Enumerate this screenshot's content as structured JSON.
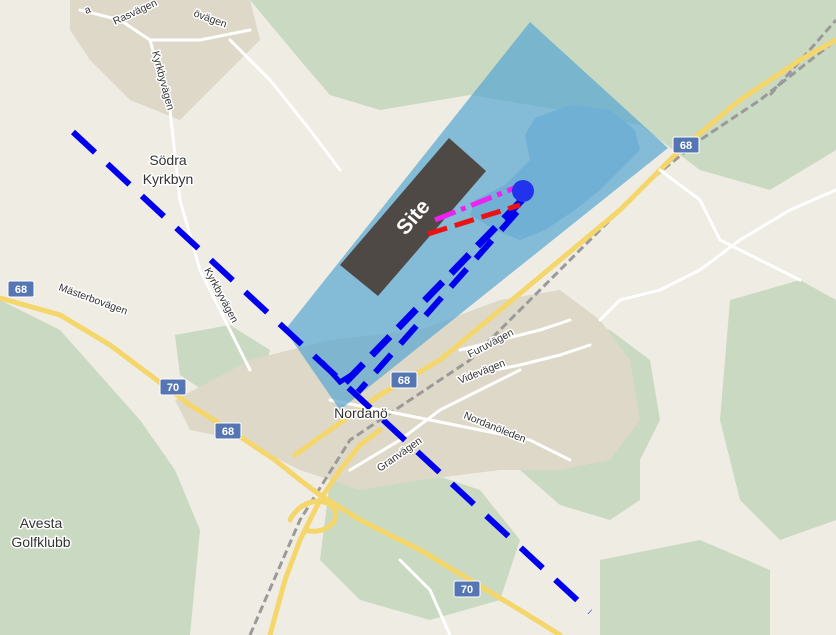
{
  "colors": {
    "land": "#efece4",
    "forest": "#cad9c1",
    "urban": "#ddd8c8",
    "water": "#a9c4de",
    "road_main": "#f4d66b",
    "road_minor": "#ffffff",
    "rail": "#9a9a9a",
    "plume": "#5aa7d1",
    "site": "#4e4945",
    "axis": "#0000ee",
    "source": "#2233ee",
    "magenta": "#ee22ee",
    "red": "#ee1111",
    "shield": "#5576b3"
  },
  "icons": {
    "source_point": "filled-circle",
    "route_shield": "rectangle-shield"
  },
  "site": {
    "label": "Site"
  },
  "places": {
    "sodra_line1": "Södra",
    "sodra_line2": "Kyrkbyn",
    "nordano": "Nordanö",
    "golf_line1": "Avesta",
    "golf_line2": "Golfklubb"
  },
  "streets": {
    "rasvagen": "Rasvägen",
    "skovagen": "övägen",
    "top_partial": "a",
    "kyrkbyvagen_north": "Kyrkbyvägen",
    "kyrkbyvagen_south": "Kyrkbyvägen",
    "masterbovagen": "Mästerbovägen",
    "furuvagen": "Furuvägen",
    "videvagen": "Videvägen",
    "nordanoleden": "Nordanöleden",
    "granvagen": "Granvägen"
  },
  "shields": {
    "r68_east": "68",
    "r68_center": "68",
    "r68_southwest": "68",
    "r68_west_edge": "68",
    "r70_west": "70",
    "r70_south": "70"
  }
}
